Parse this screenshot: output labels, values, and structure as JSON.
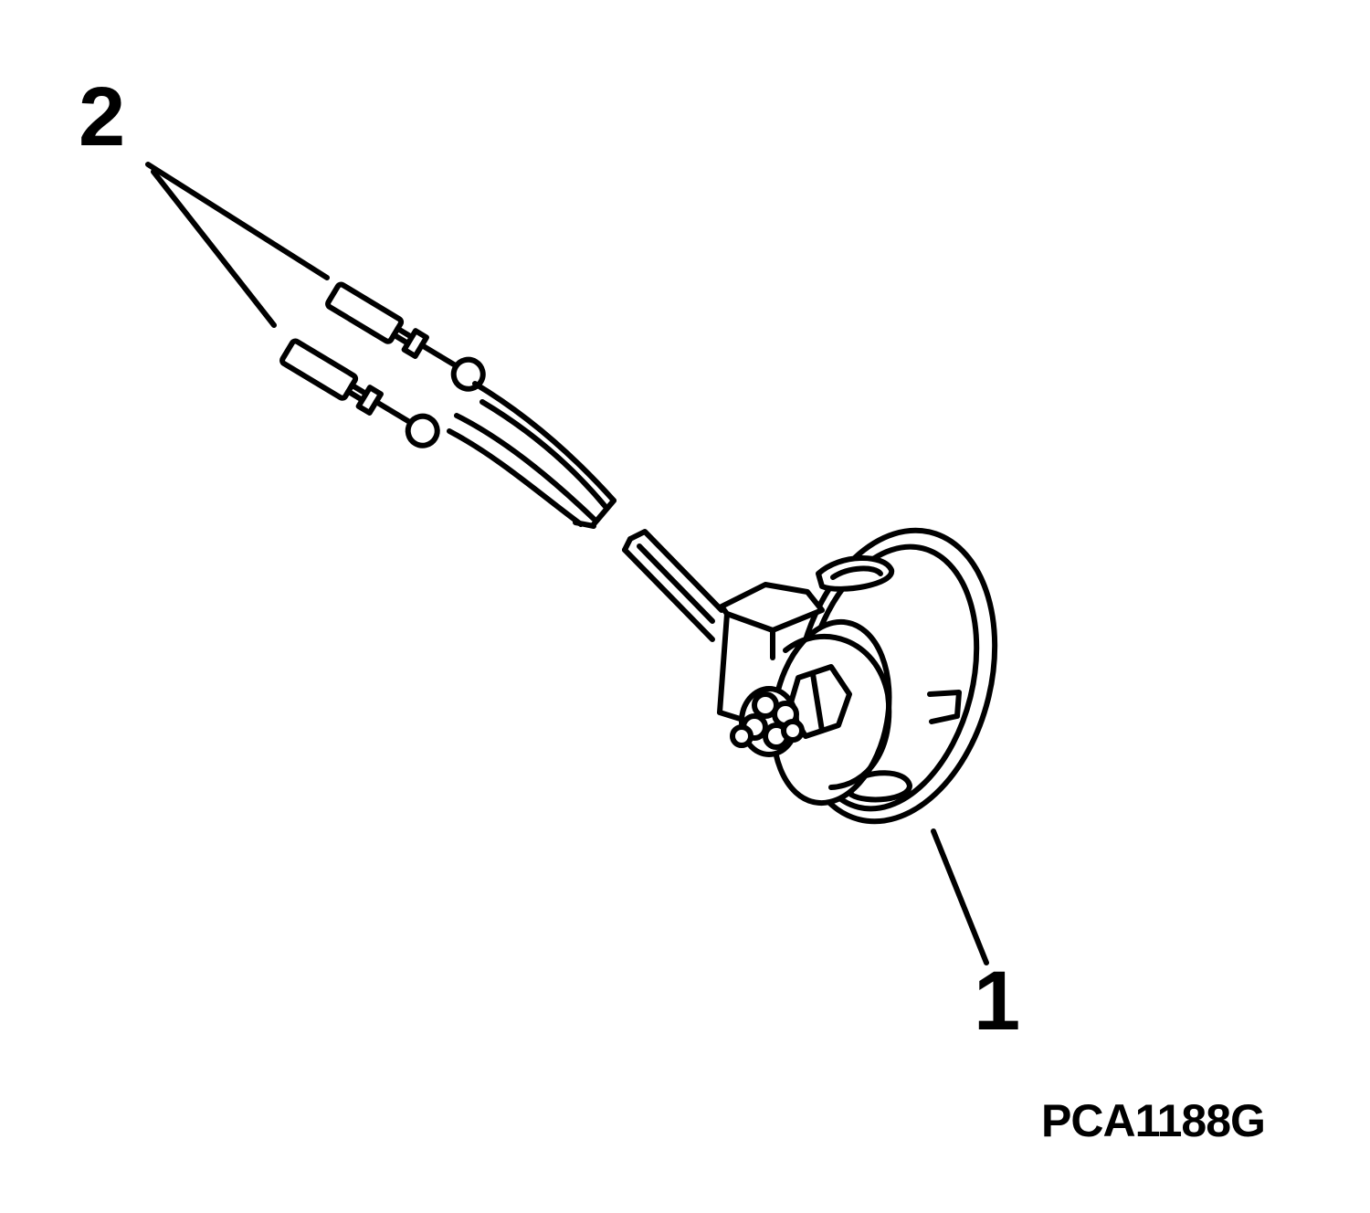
{
  "callouts": {
    "item_1": "1",
    "item_2": "2"
  },
  "figure_id": "PCA1188G",
  "colors": {
    "ink": "#000000",
    "background": "#ffffff"
  }
}
